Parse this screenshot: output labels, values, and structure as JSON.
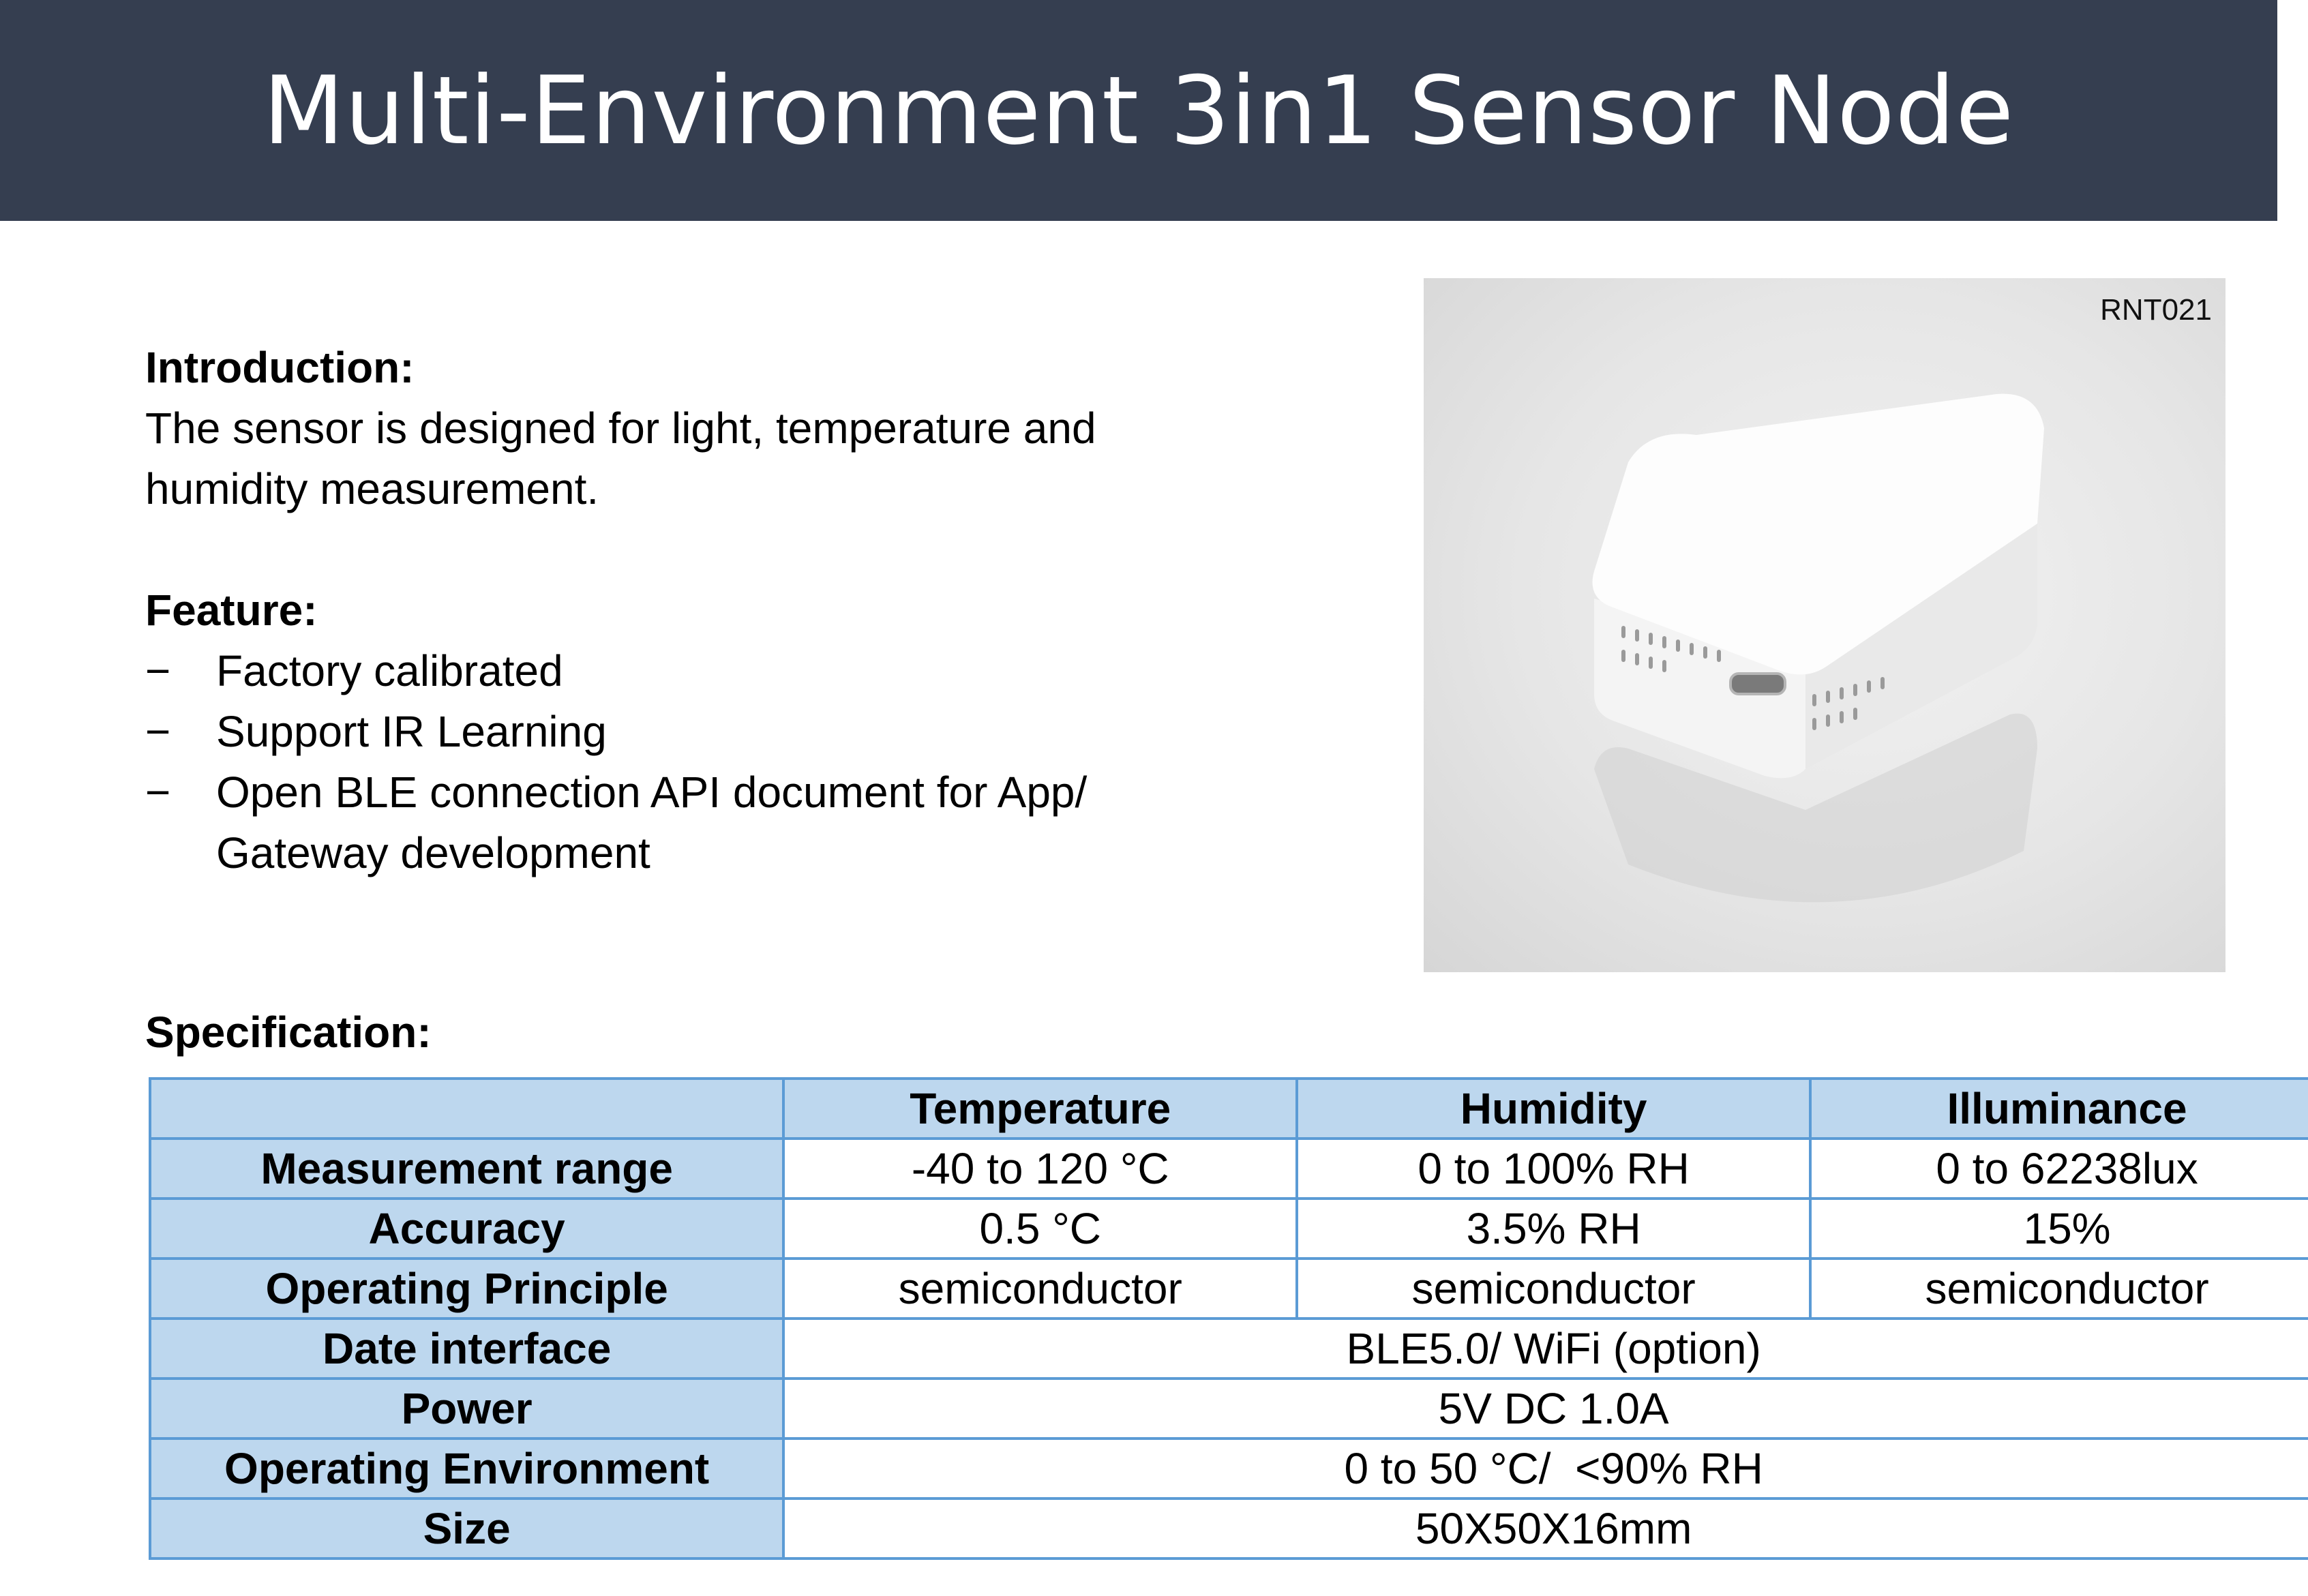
{
  "title": "Multi-Environment 3in1 Sensor Node",
  "introduction": {
    "heading": "Introduction:",
    "lines": [
      "The sensor is designed for light, temperature and",
      "humidity measurement."
    ]
  },
  "feature": {
    "heading": "Feature:",
    "bullet": "−",
    "items": [
      [
        "Factory calibrated"
      ],
      [
        "Support IR Learning"
      ],
      [
        "Open BLE connection API document for App/",
        "Gateway development"
      ]
    ]
  },
  "photo": {
    "model_label": "RNT021"
  },
  "specification": {
    "heading": "Specification:",
    "columns": [
      "",
      "Temperature",
      "Humidity",
      "Illuminance"
    ],
    "rows": [
      {
        "label": "Measurement range",
        "values": [
          "-40 to 120 °C",
          "0 to 100% RH",
          "0 to 62238lux"
        ]
      },
      {
        "label": "Accuracy",
        "values": [
          "0.5 °C",
          "3.5% RH",
          "15%"
        ]
      },
      {
        "label": "Operating Principle",
        "values": [
          "semiconductor",
          "semiconductor",
          "semiconductor"
        ]
      },
      {
        "label": "Date interface",
        "values": [
          "BLE5.0/ WiFi (option)"
        ]
      },
      {
        "label": "Power",
        "values": [
          "5V DC 1.0A"
        ]
      },
      {
        "label": "Operating Environment",
        "values": [
          "0 to 50 °C/  <90% RH"
        ]
      },
      {
        "label": "Size",
        "values": [
          "50X50X16mm"
        ]
      }
    ]
  }
}
